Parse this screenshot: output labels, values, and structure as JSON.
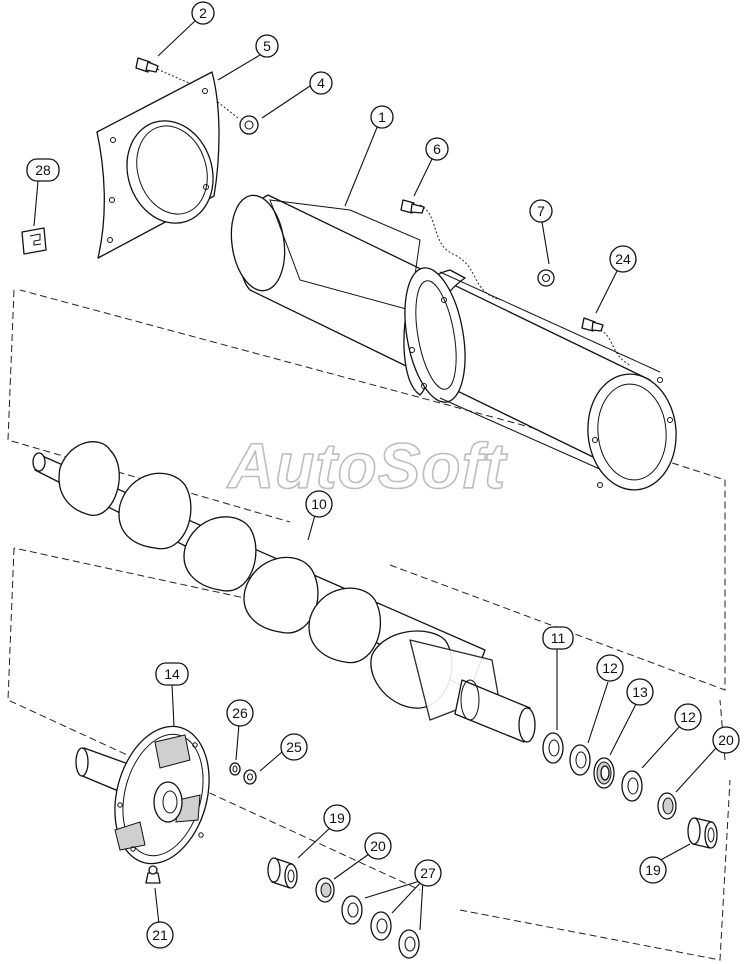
{
  "watermark": "AutoSoft",
  "callouts": [
    {
      "id": "c2",
      "text": "2",
      "shape": "circle"
    },
    {
      "id": "c5",
      "text": "5",
      "shape": "circle"
    },
    {
      "id": "c4",
      "text": "4",
      "shape": "circle"
    },
    {
      "id": "c28",
      "text": "28",
      "shape": "rounded"
    },
    {
      "id": "c1",
      "text": "1",
      "shape": "circle"
    },
    {
      "id": "c6",
      "text": "6",
      "shape": "circle"
    },
    {
      "id": "c7",
      "text": "7",
      "shape": "circle"
    },
    {
      "id": "c24",
      "text": "24",
      "shape": "circle"
    },
    {
      "id": "c10",
      "text": "10",
      "shape": "circle"
    },
    {
      "id": "c11",
      "text": "11",
      "shape": "rounded"
    },
    {
      "id": "c12a",
      "text": "12",
      "shape": "circle"
    },
    {
      "id": "c13",
      "text": "13",
      "shape": "circle"
    },
    {
      "id": "c12b",
      "text": "12",
      "shape": "circle"
    },
    {
      "id": "c20a",
      "text": "20",
      "shape": "circle"
    },
    {
      "id": "c14",
      "text": "14",
      "shape": "rounded"
    },
    {
      "id": "c26",
      "text": "26",
      "shape": "circle"
    },
    {
      "id": "c25",
      "text": "25",
      "shape": "circle"
    },
    {
      "id": "c19a",
      "text": "19",
      "shape": "circle"
    },
    {
      "id": "c20b",
      "text": "20",
      "shape": "circle"
    },
    {
      "id": "c27",
      "text": "27",
      "shape": "circle"
    },
    {
      "id": "c19b",
      "text": "19",
      "shape": "circle"
    },
    {
      "id": "c21",
      "text": "21",
      "shape": "circle"
    }
  ]
}
